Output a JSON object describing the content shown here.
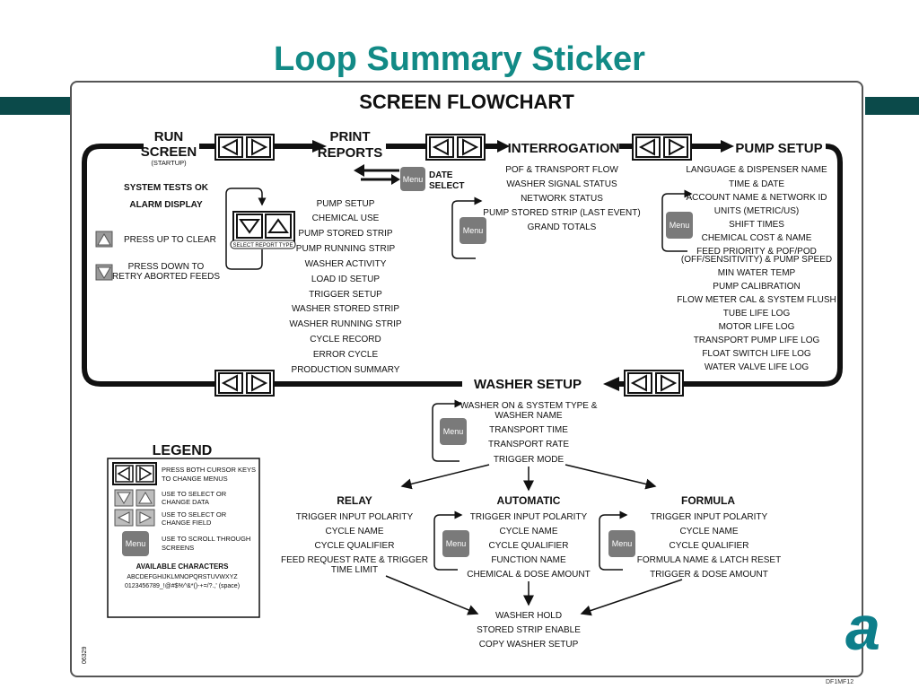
{
  "slide_title": "Loop Summary Sticker",
  "flowchart_title": "SCREEN FLOWCHART",
  "run_screen": {
    "title_1": "RUN",
    "title_2": "SCREEN",
    "sub": "(STARTUP)",
    "items": [
      "SYSTEM TESTS OK",
      "ALARM DISPLAY"
    ],
    "press_up": "PRESS UP TO CLEAR",
    "press_down_1": "PRESS DOWN TO",
    "press_down_2": "RETRY ABORTED FEEDS"
  },
  "print_reports": {
    "title_1": "PRINT",
    "title_2": "REPORTS",
    "date_select_1": "DATE",
    "date_select_2": "SELECT",
    "select_report_type": "SELECT REPORT TYPE",
    "items": [
      "PUMP SETUP",
      "CHEMICAL USE",
      "PUMP STORED STRIP",
      "PUMP RUNNING STRIP",
      "WASHER ACTIVITY",
      "LOAD ID SETUP",
      "TRIGGER SETUP",
      "WASHER STORED STRIP",
      "WASHER RUNNING STRIP",
      "CYCLE RECORD",
      "ERROR CYCLE",
      "PRODUCTION SUMMARY"
    ]
  },
  "interrogation": {
    "title": "INTERROGATION",
    "items": [
      "POF & TRANSPORT FLOW",
      "WASHER SIGNAL STATUS",
      "NETWORK STATUS",
      "PUMP STORED STRIP (LAST EVENT)",
      "GRAND TOTALS"
    ]
  },
  "pump_setup": {
    "title": "PUMP SETUP",
    "items": [
      "LANGUAGE & DISPENSER NAME",
      "TIME & DATE",
      "ACCOUNT NAME & NETWORK ID",
      "UNITS (METRIC/US)",
      "SHIFT TIMES",
      "CHEMICAL COST & NAME",
      "FEED PRIORITY & POF/POD",
      "(OFF/SENSITIVITY) & PUMP SPEED",
      "MIN WATER TEMP",
      "PUMP CALIBRATION",
      "FLOW METER CAL & SYSTEM FLUSH",
      "TUBE LIFE LOG",
      "MOTOR LIFE LOG",
      "TRANSPORT PUMP LIFE LOG",
      "FLOAT SWITCH LIFE LOG",
      "WATER VALVE LIFE LOG"
    ]
  },
  "washer_setup": {
    "title": "WASHER SETUP",
    "items": [
      "WASHER ON & SYSTEM TYPE &",
      "WASHER NAME",
      "TRANSPORT TIME",
      "TRANSPORT RATE",
      "TRIGGER MODE"
    ]
  },
  "relay": {
    "title": "RELAY",
    "items": [
      "TRIGGER INPUT POLARITY",
      "CYCLE NAME",
      "CYCLE QUALIFIER",
      "FEED REQUEST RATE & TRIGGER",
      "TIME LIMIT"
    ]
  },
  "automatic": {
    "title": "AUTOMATIC",
    "items": [
      "TRIGGER INPUT POLARITY",
      "CYCLE NAME",
      "CYCLE QUALIFIER",
      "FUNCTION NAME",
      "CHEMICAL & DOSE AMOUNT"
    ]
  },
  "formula": {
    "title": "FORMULA",
    "items": [
      "TRIGGER INPUT POLARITY",
      "CYCLE NAME",
      "CYCLE QUALIFIER",
      "FORMULA NAME & LATCH RESET",
      "TRIGGER & DOSE AMOUNT"
    ]
  },
  "final_steps": [
    "WASHER HOLD",
    "STORED STRIP ENABLE",
    "COPY WASHER SETUP"
  ],
  "menu_label": "Menu",
  "legend": {
    "title": "LEGEND",
    "both_keys_1": "PRESS BOTH CURSOR KEYS",
    "both_keys_2": "TO CHANGE MENUS",
    "select_data_1": "USE TO SELECT OR",
    "select_data_2": "CHANGE DATA",
    "select_field_1": "USE TO SELECT OR",
    "select_field_2": "CHANGE FIELD",
    "scroll_1": "USE TO SCROLL THROUGH",
    "scroll_2": "SCREENS",
    "avail_title": "AVAILABLE CHARACTERS",
    "chars_1": "ABCDEFGHIJKLMNOPQRSTUVWXYZ",
    "chars_2": "0123456789_!@#$%^&*()-+=/?.,' (space)"
  },
  "side_code": "06329",
  "bottom_code": "DF1MF12",
  "colors": {
    "title": "#128a86",
    "band": "#0b4a4a",
    "logo": "#0d7e8a",
    "menu_button": "#7a7a7a",
    "key_fill": "#9a9a9a"
  }
}
